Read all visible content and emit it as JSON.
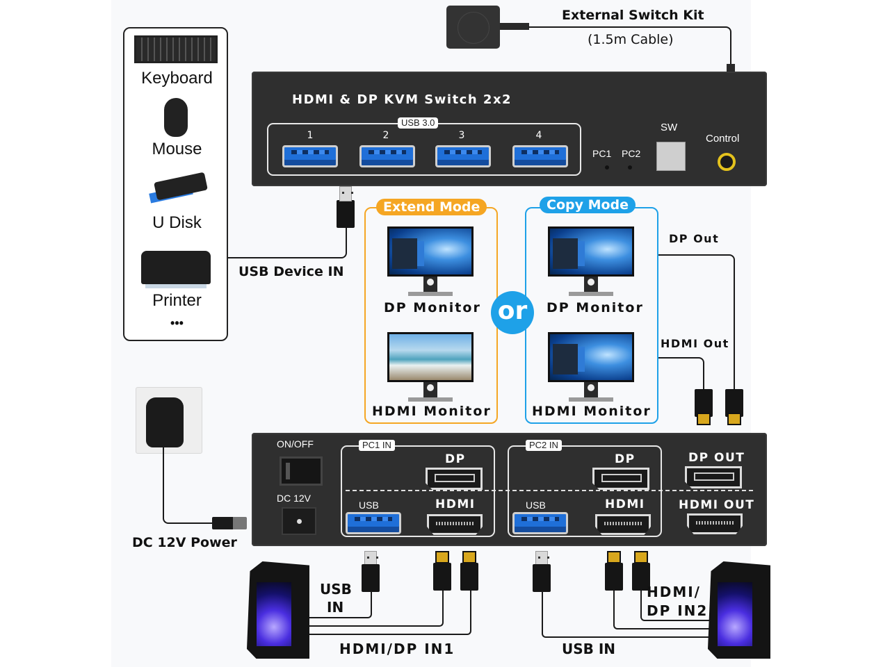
{
  "external_switch": {
    "title": "External Switch Kit",
    "subtitle": "(1.5m Cable)",
    "icon": "switch-puck-icon"
  },
  "devices": {
    "items": [
      {
        "label": "Keyboard",
        "icon": "keyboard-icon"
      },
      {
        "label": "Mouse",
        "icon": "mouse-icon"
      },
      {
        "label": "U Disk",
        "icon": "usb-drive-icon"
      },
      {
        "label": "Printer",
        "icon": "printer-icon"
      }
    ],
    "more": "•••",
    "connection_label": "USB Device IN"
  },
  "front_panel": {
    "title": "HDMI & DP KVM Switch 2x2",
    "usb_group_label": "USB 3.0",
    "usb_ports": [
      "1",
      "2",
      "3",
      "4"
    ],
    "leds": [
      "PC1",
      "PC2"
    ],
    "switch_label": "SW",
    "control_label": "Control"
  },
  "modes": {
    "extend": {
      "label": "Extend Mode",
      "color": "#f5a623",
      "monitors": [
        "DP Monitor",
        "HDMI Monitor"
      ]
    },
    "separator": "or",
    "copy": {
      "label": "Copy Mode",
      "color": "#1ea1e8",
      "monitors": [
        "DP Monitor",
        "HDMI Monitor"
      ]
    },
    "outputs": {
      "dp_out": "DP Out",
      "hdmi_out": "HDMI Out"
    }
  },
  "power": {
    "label": "DC 12V Power"
  },
  "rear_panel": {
    "on_off": "ON/OFF",
    "dc": "DC 12V",
    "pc1": {
      "tag": "PC1 IN",
      "dp": "DP",
      "usb": "USB",
      "hdmi": "HDMI"
    },
    "pc2": {
      "tag": "PC2 IN",
      "dp": "DP",
      "usb": "USB",
      "hdmi": "HDMI"
    },
    "dp_out": "DP OUT",
    "hdmi_out": "HDMI OUT"
  },
  "computers": {
    "pc1": {
      "usb_label_line1": "USB",
      "usb_label_line2": "IN",
      "video_label": "HDMI/DP IN1"
    },
    "pc2": {
      "usb_label": "USB IN",
      "video_label_line1": "HDMI/",
      "video_label_line2": "DP IN2"
    }
  }
}
